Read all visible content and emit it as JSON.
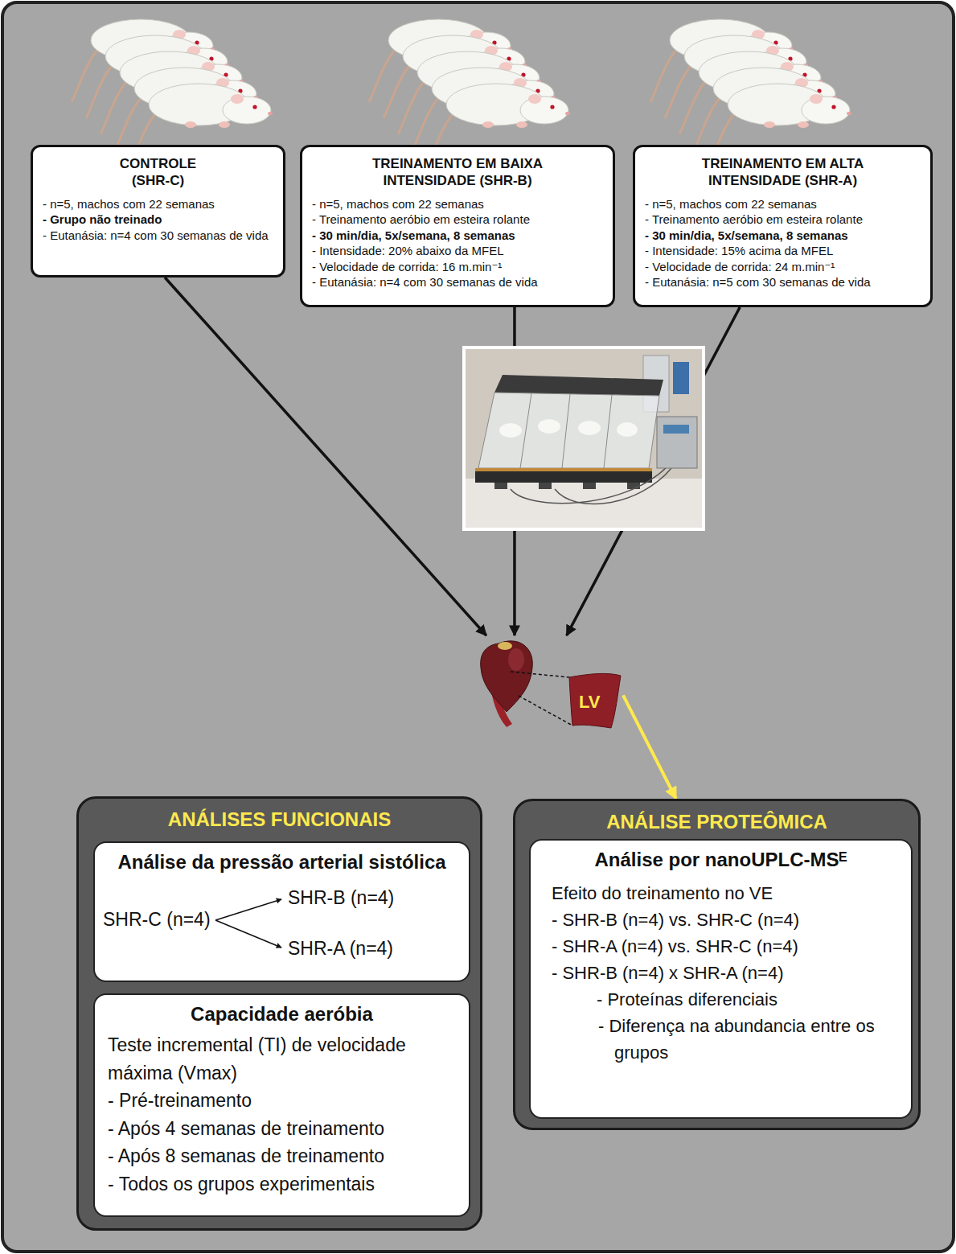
{
  "diagram": {
    "nodes": [
      {
        "text": [
          "CONTROLE (SHR-C)",
          "- n=5, machos com 22 semanas",
          "- Grupo não treinado",
          "- Eutanásia: n=4 com 30 semanas de vida"
        ]
      },
      {
        "text": [
          "TREINAMENTO EM BAIXA INTENSIDADE (SHR-B)",
          "- n=5, machos com 22 semanas",
          "- Treinamento aeróbio em esteira rolante",
          "- 30 min/dia, 5x/semana, 8 semanas",
          "- Intensidade: 20% abaixo da MFEL",
          "- Velocidade de corrida: 16 m.min⁻¹",
          "- Eutanásia: n=4 com 30 semanas de vida"
        ]
      },
      {
        "text": [
          "TREINAMENTO EM ALTA INTENSIDADE (SHR-A)",
          "- n=5, machos com 22 semanas",
          "- Treinamento aeróbio em esteira rolante",
          "- 30 min/dia, 5x/semana, 8 semanas",
          "- Intensidade: 15% acima da MFEL",
          "- Velocidade de corrida: 24 m.min⁻¹",
          "- Eutanásia: n=5 com 30 semanas de vida"
        ]
      },
      {
        "text": [
          "LV"
        ]
      },
      {
        "text": [
          "ANÁLISES FUNCIONAIS"
        ]
      },
      {
        "text": [
          "Análise da pressão arterial sistólica",
          "SHR-C (n=4)",
          "SHR-B (n=4)",
          "SHR-A (n=4)"
        ],
        "in": 4
      },
      {
        "text": [
          "Capacidade aeróbia",
          "Teste incremental (TI) de velocidade máxima (Vmax)",
          "- Pré-treinamento",
          "- Após 4 semanas de treinamento",
          "- Após 8 semanas de treinamento",
          "- Todos os grupos experimentais"
        ],
        "in": 4
      },
      {
        "text": [
          "ANÁLISE PROTEÔMICA"
        ]
      },
      {
        "text": [
          "Análise por nanoUPLC-MSᴱ",
          "Efeito do treinamento no VE",
          "- SHR-B (n=4) vs. SHR-C (n=4)",
          "- SHR-A (n=4) vs. SHR-C (n=4)",
          "- SHR-B (n=4) x SHR-A (n=4)",
          "- Proteínas diferenciais",
          "- Diferença na abundancia entre os grupos"
        ],
        "in": 7
      }
    ],
    "edges": [
      {
        "from": 0,
        "to": 3,
        "arrow": "to"
      },
      {
        "from": 1,
        "to": 3,
        "arrow": "to"
      },
      {
        "from": 2,
        "to": 3,
        "arrow": "to"
      },
      {
        "from": 3,
        "to": 7,
        "arrow": "to"
      }
    ]
  }
}
